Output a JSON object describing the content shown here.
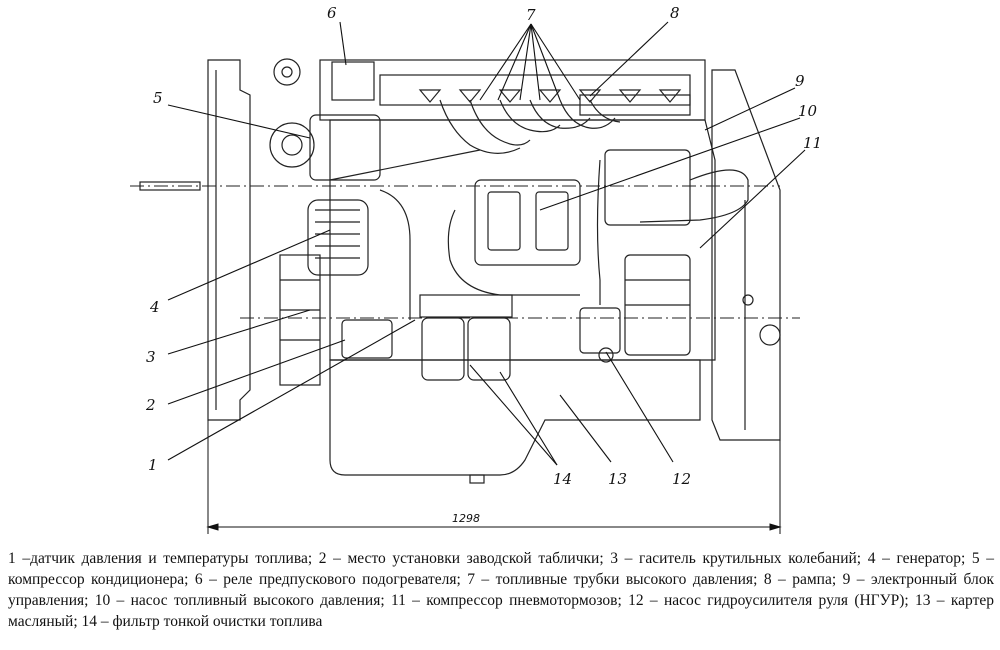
{
  "figure": {
    "callouts": [
      {
        "number": "6"
      },
      {
        "number": "7"
      },
      {
        "number": "8"
      },
      {
        "number": "5"
      },
      {
        "number": "9"
      },
      {
        "number": "10"
      },
      {
        "number": "11"
      },
      {
        "number": "4"
      },
      {
        "number": "3"
      },
      {
        "number": "2"
      },
      {
        "number": "1"
      },
      {
        "number": "14"
      },
      {
        "number": "13"
      },
      {
        "number": "12"
      }
    ],
    "dimension": "1298"
  },
  "caption": {
    "items": [
      "1 –датчик давления и температуры топлива;",
      " 2 – место установки заводской таблички;",
      " 3 – гаситель крутильных колебаний;",
      " 4 – генератор;",
      " 5 – компрессор кондиционера;",
      " 6 – реле предпускового подогревателя;",
      " 7 – топливные трубки высокого давления;",
      " 8 – рампа;",
      " 9 – электронный блок управления;",
      " 10 – насос топливный высокого давления;",
      " 11 – компрессор пневмотормозов;",
      " 12 – насос гидроусилителя руля (НГУР);",
      " 13 – картер масляный;",
      " 14 – фильтр тонкой очистки топлива"
    ]
  }
}
